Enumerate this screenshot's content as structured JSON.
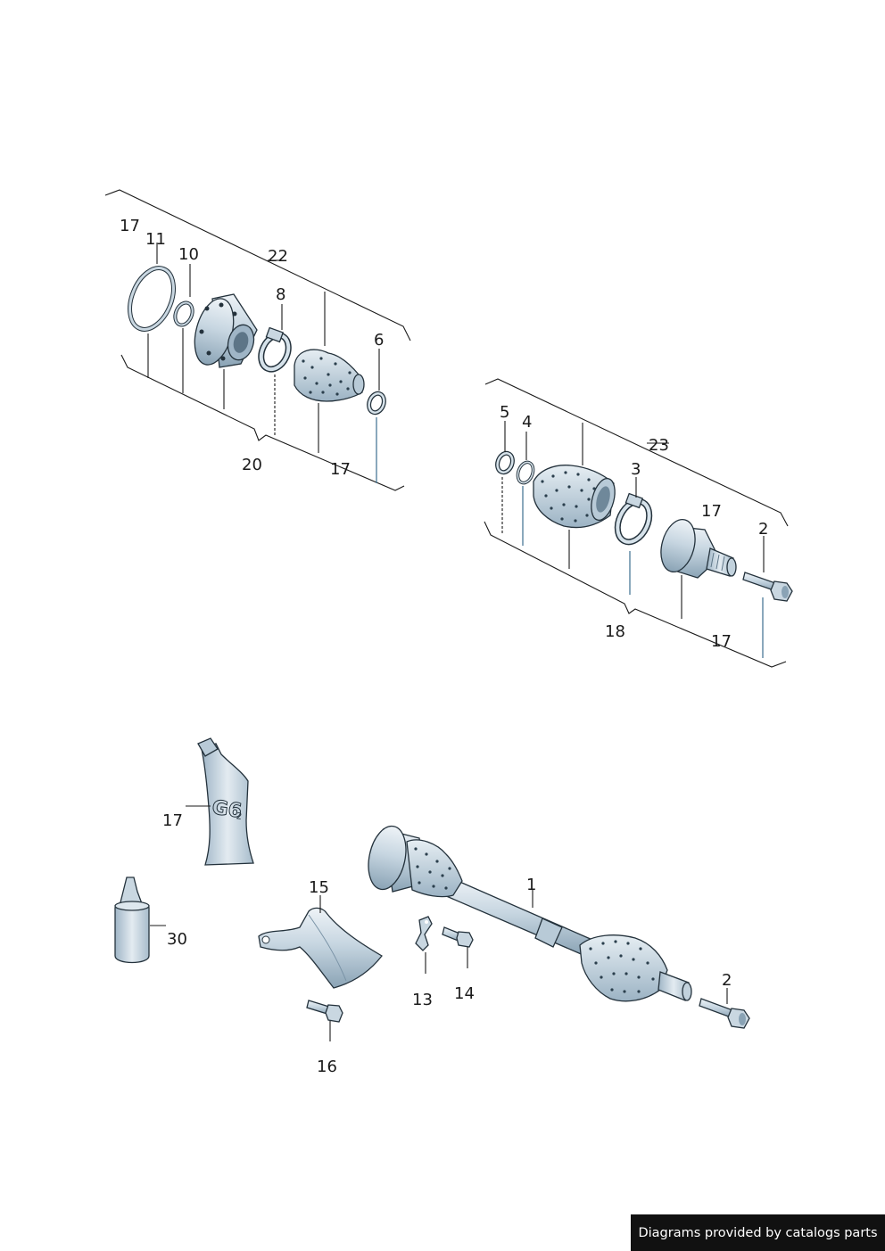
{
  "callouts": {
    "top_left": {
      "frame_17": "17",
      "ring_11": "11",
      "ring_10": "10",
      "assembly_22": "22",
      "clamp_8": "8",
      "clip_6": "6",
      "repair_kit_20": "20",
      "grease_17": "17"
    },
    "mid_right": {
      "clip_5": "5",
      "ring_4": "4",
      "assembly_23": "23",
      "clamp_3": "3",
      "joint_17": "17",
      "bolt_2": "2",
      "repair_kit_18": "18",
      "grease_17": "17"
    },
    "bottom": {
      "grease_tube_17": "17",
      "sealant_30": "30",
      "heat_shield_15": "15",
      "screw_16": "16",
      "lock_plate_13": "13",
      "screw_14": "14",
      "drive_shaft_1": "1",
      "bolt_2": "2"
    }
  },
  "tube_marking": "G6",
  "tube_marking_sub": "2",
  "colors": {
    "part_fill": "#c9d7e1",
    "part_shadow": "#8fa7b8",
    "part_light": "#e8eff4",
    "line": "#1a1a1a",
    "blue_lead": "#4a7a98"
  },
  "credit": "Diagrams provided by catalogs parts"
}
